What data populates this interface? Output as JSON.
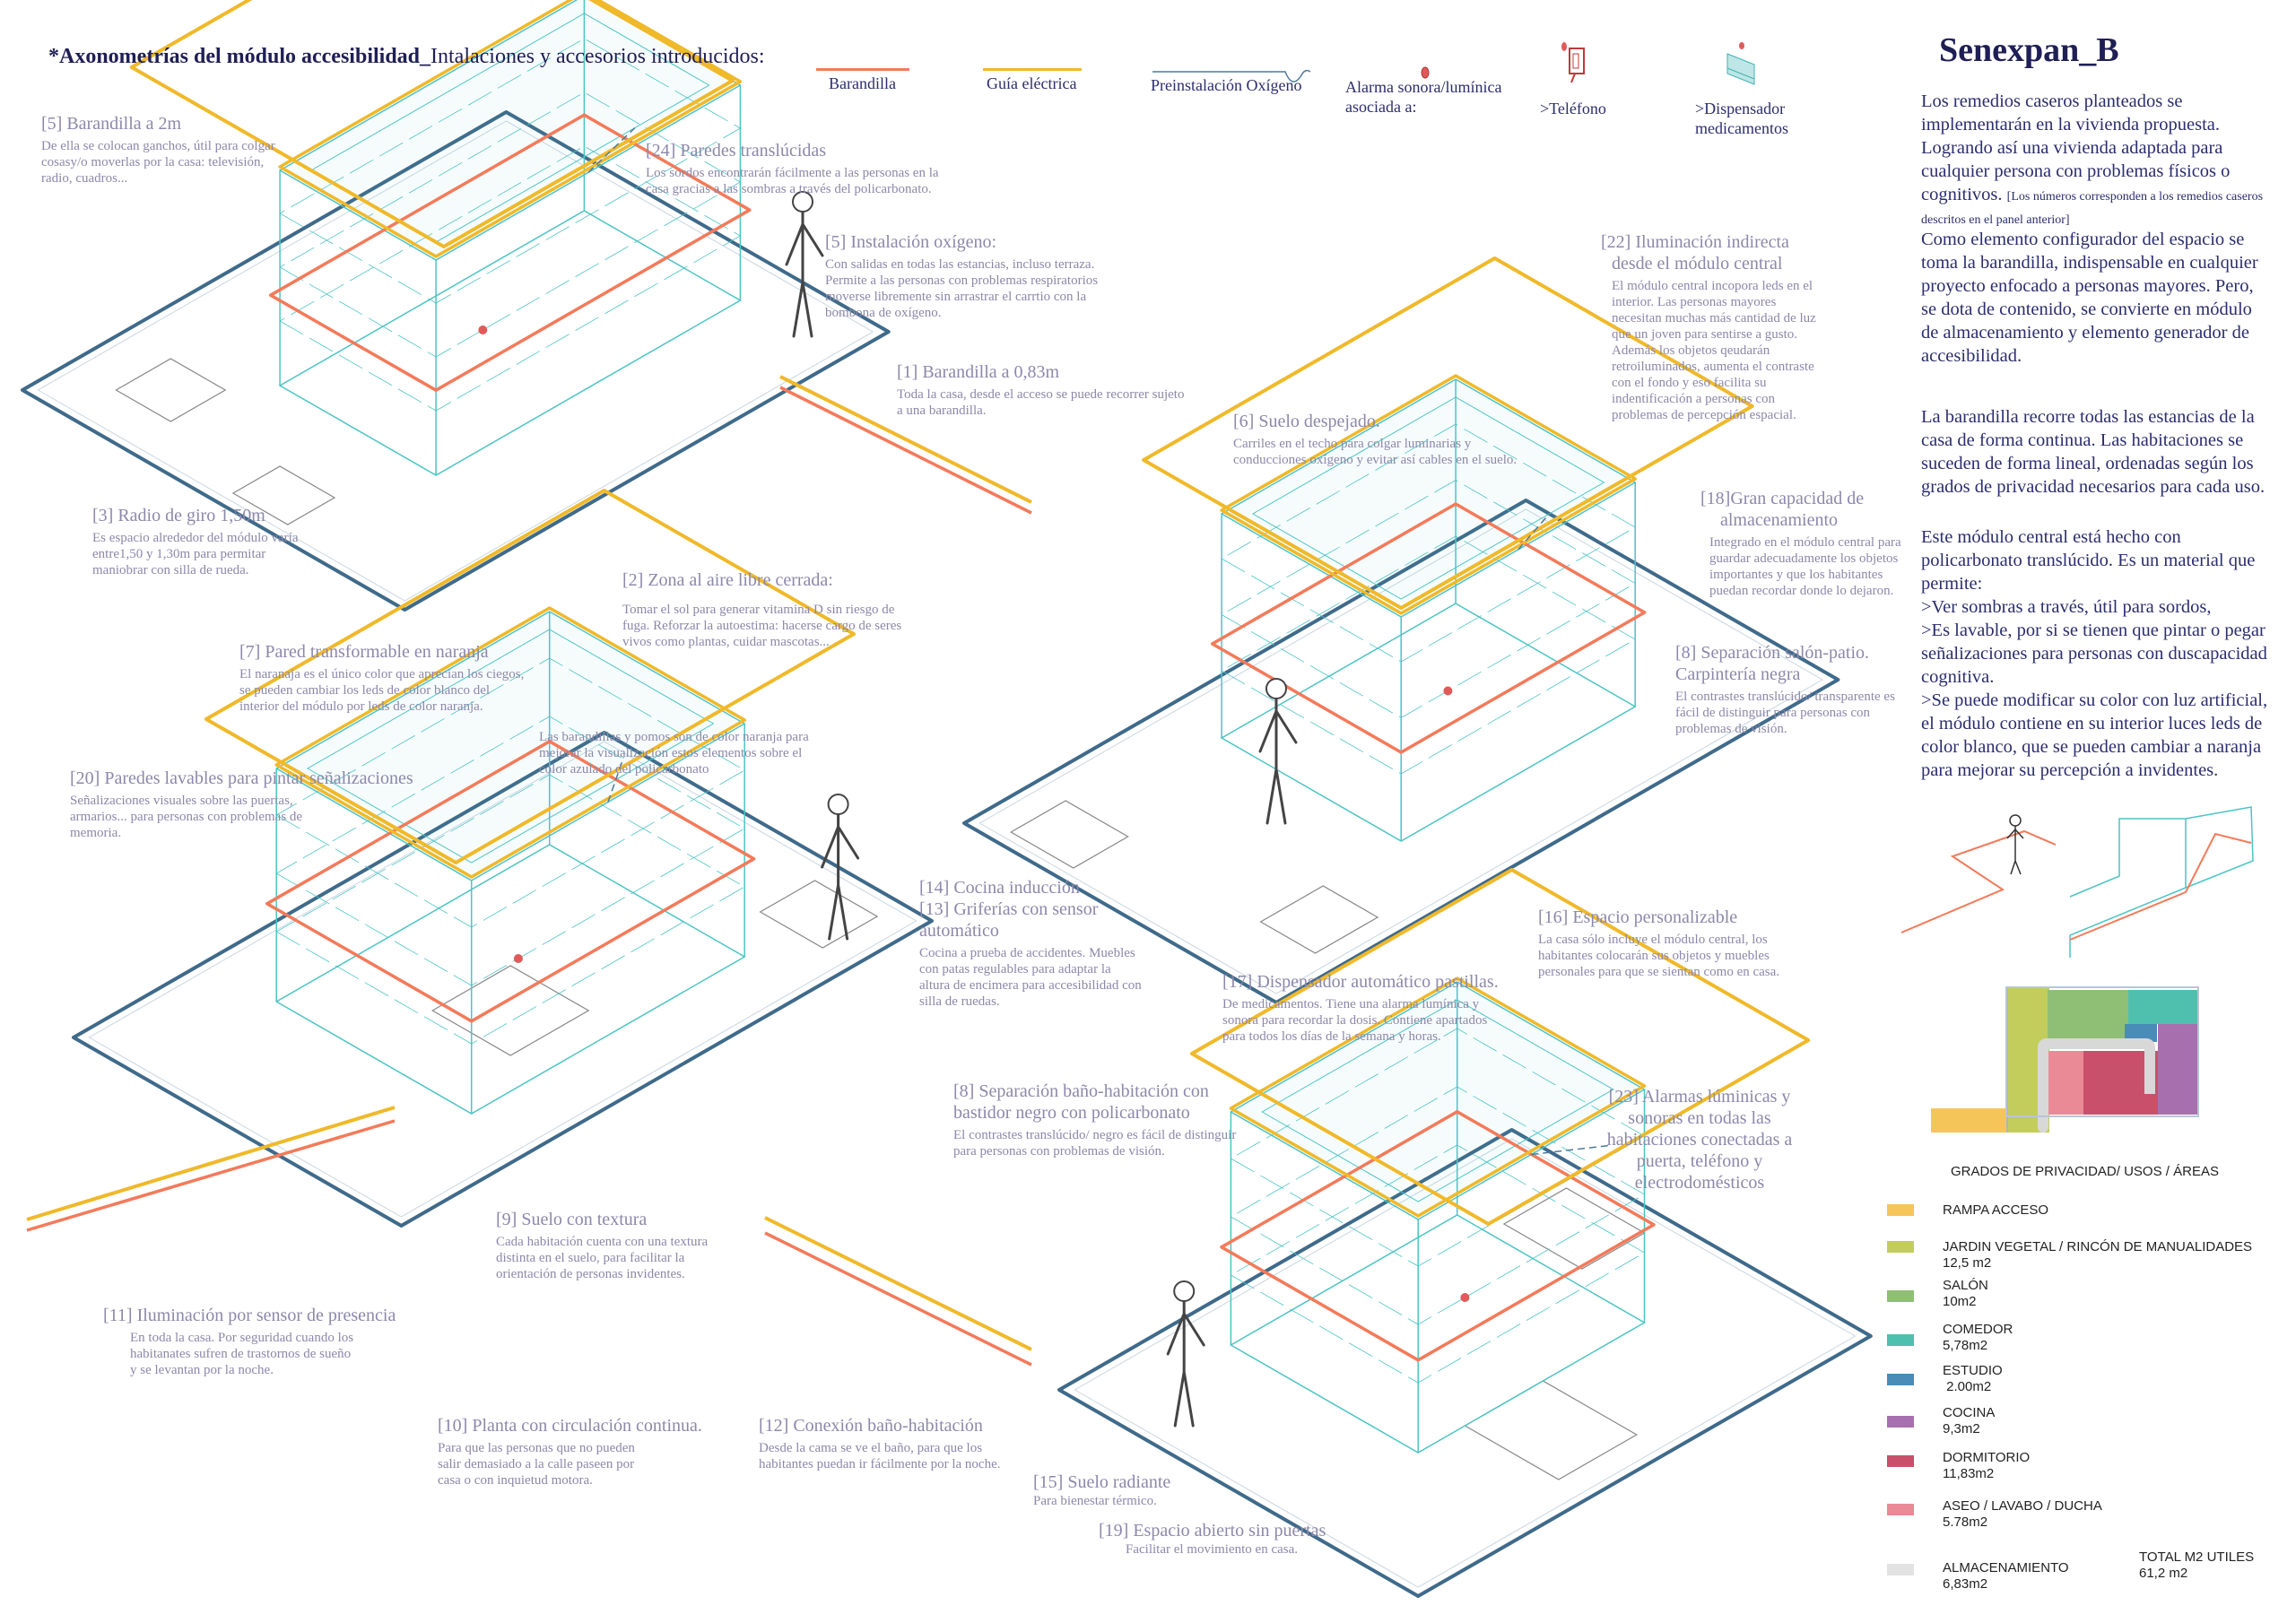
{
  "header": {
    "title_bold": "*Axonometrías del módulo accesibilidad_",
    "title_rest": "Intalaciones y accesorios introducidos:"
  },
  "legend": {
    "barandilla": "Barandilla",
    "guia": "Guía eléctrica",
    "oxigeno": "Preinstalación Oxígeno",
    "alarma": "Alarma sonora/lumínica asociada a:",
    "telefono": ">Teléfono",
    "dispensador": ">Dispensador medicamentos"
  },
  "colors": {
    "barandilla": "#f47a5a",
    "guia": "#f0b92a",
    "oxigeno": "#4d7a99",
    "modulo": "#4cc4c4",
    "suelo": "#3f6a8a",
    "texto": "#8c88aa",
    "navy": "#2b2d6e"
  },
  "annotations": [
    {
      "title": "[5] Barandilla a 2m",
      "body": "De ella se colocan ganchos, útil para colgar cosasy/o moverlas por la casa: televisión, radio, cuadros..."
    },
    {
      "title": "[24] Paredes translúcidas",
      "body": "Los sordos encontrarán fácilmente a las personas en la casa gracias a las sombras a través del policarbonato."
    },
    {
      "title": "[5]  Instalación oxígeno:",
      "body": "Con salidas en todas las estancias, incluso terraza. Permite a las personas con problemas respiratorios moverse libremente sin arrastrar el carrtio con la bombona de oxígeno."
    },
    {
      "title": "[22] Iluminación indirecta",
      "title2": "desde el módulo central",
      "body": "El módulo central incopora leds en el interior. Las personas mayores necesitan muchas más cantidad de luz que un joven para sentirse a gusto. Además los objetos qeudarán retroiluminados, aumenta el contraste con el fondo y eso facilita su indentificación a personas con problemas de percepción espacial."
    },
    {
      "title": "[1] Barandilla a 0,83m",
      "body": "Toda la casa, desde el acceso se puede recorrer sujeto a una barandilla."
    },
    {
      "title": "[6] Suelo despejado.",
      "body": "Carriles en el techo para colgar luminarias y conducciones oxígeno y evitar así cables en el suelo."
    },
    {
      "title": "[3] Radio de giro 1,50m",
      "body": "Es espacio alrededor del módulo varía entre1,50 y 1,30m para permitar maniobrar con silla de rueda."
    },
    {
      "title": "[18]Gran capacidad de",
      "title2": "almacenamiento",
      "body": "Integrado en el módulo central para guardar adecuadamente los objetos importantes y que los habitantes puedan recordar donde lo dejaron."
    },
    {
      "title": "[2]  Zona al aire libre cerrada:",
      "body": "Tomar el sol para generar vitamina D sin riesgo de fuga. Reforzar la autoestima: hacerse cargo de seres vivos como plantas, cuidar mascotas..."
    },
    {
      "title": "[7] Pared transformable en naranja",
      "body": "El naranaja es el único color que aprecian los ciegos, se pueden cambiar los leds de color blanco del interior del módulo por leds de color naranja."
    },
    {
      "title": "[8] Separación salón-patio.",
      "title2": "Carpintería negra",
      "body": "El contrastes translúcido/ transparente es fácil de distinguir para personas con problemas de visión."
    },
    {
      "body": "Las barandillas y pomos son de color naranja para mejorar la visualización estos elementos sobre el color azulado del policarbonato"
    },
    {
      "title": "[20] Paredes lavables para pintar señalizaciones",
      "body": "Señalizaciones visuales sobre las puertas, armarios... para personas con problemas de memoria."
    },
    {
      "title": "[14] Cocina inducción",
      "title2": "[13] Griferías con sensor automático",
      "body": "Cocina a prueba de accidentes. Muebles con patas regulables para adaptar la altura de encimera para accesibilidad con silla de ruedas."
    },
    {
      "title": "[16] Espacio personalizable",
      "body": "La casa sólo incluye el módulo central, los habitantes colocarán sus objetos y muebles personales para que se sientan como en casa."
    },
    {
      "title": "[17] Dispensador automático pastillas.",
      "body": "De medicamentos. Tiene una alarma lumínica y sonora para recordar la dosis. Contiene apartados para todos los días de la semana y horas."
    },
    {
      "title": "[8] Separación baño-habitación con bastidor negro con policarbonato",
      "body": "El contrastes translúcido/ negro es fácil de distinguir para personas con problemas de visión."
    },
    {
      "title": "[23] Alarmas lúminicas y sonoras en todas las habitaciones conectadas a puerta, teléfono y electrodomésticos"
    },
    {
      "title": "[9] Suelo con textura",
      "body": "Cada habitación cuenta con una textura distinta en el suelo, para facilitar la orientación de personas invidentes."
    },
    {
      "title": "[11] Iluminación por sensor de presencia",
      "body": "En toda la casa. Por seguridad cuando los habitanates sufren de trastornos de sueño y se levantan por la noche."
    },
    {
      "title": "[10] Planta con circulación continua.",
      "body": "Para que las personas que no pueden salir demasiado a la calle paseen por casa o con inquietud motora."
    },
    {
      "title": "[12] Conexión baño-habitación",
      "body": "Desde la cama se ve el baño, para que los habitantes puedan ir fácilmente por la noche."
    },
    {
      "title": "[15] Suelo radiante",
      "body": "Para bienestar térmico."
    },
    {
      "title": "[19] Espacio abierto sin puertas",
      "body": "Facilitar el movimiento en casa."
    }
  ],
  "right_column": {
    "brand": "Senexpan_B",
    "p1": "Los remedios caseros planteados se implementarán en la vivienda propuesta. Logrando así una vivienda adaptada para cualquier persona con problemas físicos o cognitivos.",
    "p1_note": "[Los números corresponden a los remedios caseros descritos en el panel anterior]",
    "p2": "Como elemento configurador del espacio se toma la barandilla, indispensable en cualquier proyecto enfocado a personas mayores. Pero, se dota de contenido, se convierte en módulo de almacenamiento y elemento generador de accesibilidad.",
    "p3": "La barandilla recorre todas las estancias de la casa de forma continua. Las habitaciones se suceden de forma lineal, ordenadas según los grados de privacidad necesarios para cada uso.",
    "p4": "Este módulo central está hecho con policarbonato translúcido. Es un material que permite:",
    "p4_b1": ">Ver sombras a través, útil para sordos,",
    "p4_b2": ">Es lavable, por si se tienen que pintar o pegar señalizaciones para personas con duscapacidad cognitiva.",
    "p4_b3": ">Se puede modificar su color con luz artificial, el módulo contiene en su interior luces leds de color blanco, que se pueden cambiar a naranja para mejorar su percepción a invidentes."
  },
  "areas": {
    "title": "GRADOS DE PRIVACIDAD/ USOS / ÁREAS",
    "items": [
      {
        "name": "RAMPA ACCESO",
        "area": "",
        "color": "#f6c55a"
      },
      {
        "name": "JARDIN VEGETAL / RINCÓN DE MANUALIDADES",
        "area": "12,5 m2",
        "color": "#c2cd5c"
      },
      {
        "name": "SALÓN",
        "area": "10m2",
        "color": "#8fbf75"
      },
      {
        "name": "COMEDOR",
        "area": "5,78m2",
        "color": "#4fbfae"
      },
      {
        "name": "ESTUDIO",
        "area": " 2.00m2",
        "color": "#4a8cb8"
      },
      {
        "name": "COCINA",
        "area": "9,3m2",
        "color": "#a86fae"
      },
      {
        "name": "DORMITORIO",
        "area": "11,83m2",
        "color": "#c8506b"
      },
      {
        "name": "ASEO / LAVABO / DUCHA",
        "area": "5.78m2",
        "color": "#ea8a96"
      },
      {
        "name": "ALMACENAMIENTO",
        "area": "6,83m2",
        "color": "#e2e2e2"
      }
    ],
    "total_label": "TOTAL M2 UTILES",
    "total_value": "61,2 m2"
  }
}
